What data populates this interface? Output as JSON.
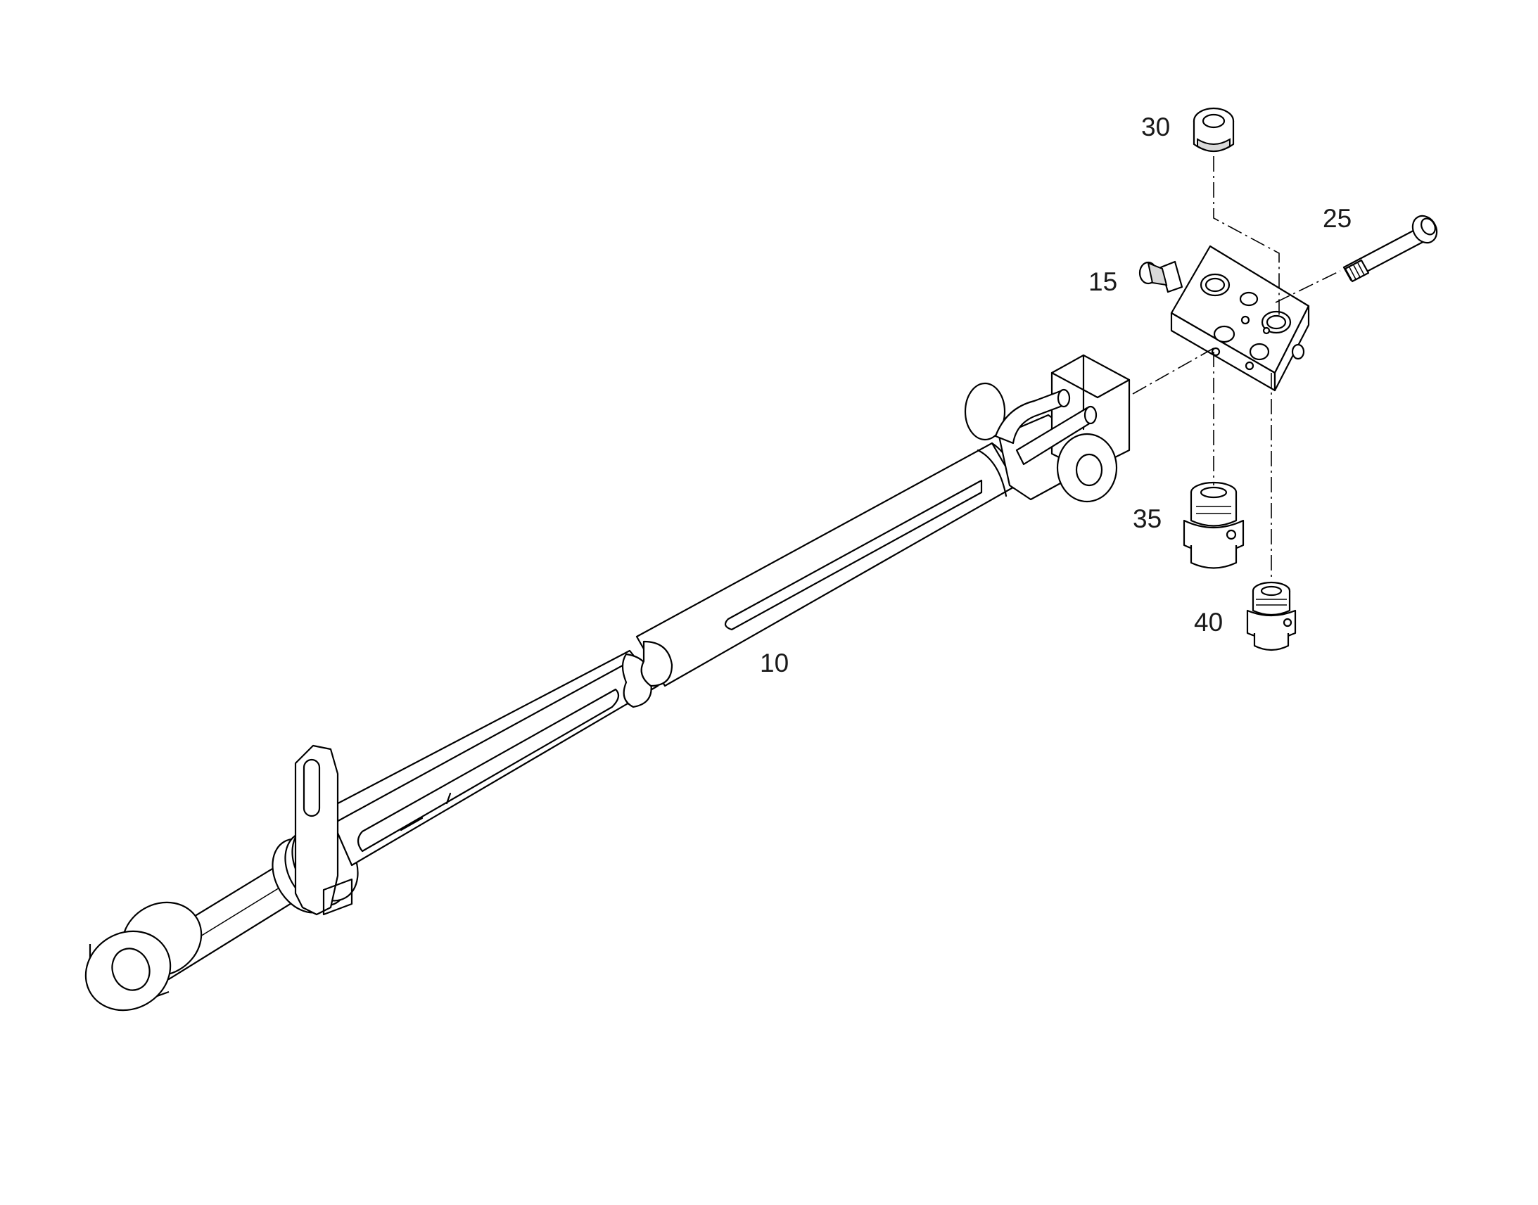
{
  "callouts": {
    "p10": "10",
    "p15": "15",
    "p25": "25",
    "p30": "30",
    "p35": "35",
    "p40": "40"
  },
  "colors": {
    "line": "#000000",
    "background": "#ffffff"
  }
}
